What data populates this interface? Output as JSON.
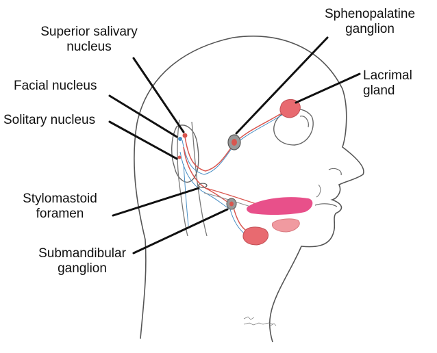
{
  "labels": {
    "superior_salivary": [
      "Superior salivary",
      "nucleus"
    ],
    "facial": "Facial nucleus",
    "solitary": "Solitary nucleus",
    "stylomastoid": [
      "Stylomastoid",
      "foramen"
    ],
    "submandibular": [
      "Submandibular",
      "ganglion"
    ],
    "sphenopalatine": [
      "Sphenopalatine",
      "ganglion"
    ],
    "lacrimal": [
      "Lacrimal",
      "gland"
    ]
  },
  "colors": {
    "outline": "#555555",
    "leader": "#111111",
    "nerve_red": "#d9564f",
    "nerve_blue": "#4a8fc4",
    "gland": "#e86a70",
    "tongue": "#e8508a",
    "ganglion": "#888888"
  }
}
